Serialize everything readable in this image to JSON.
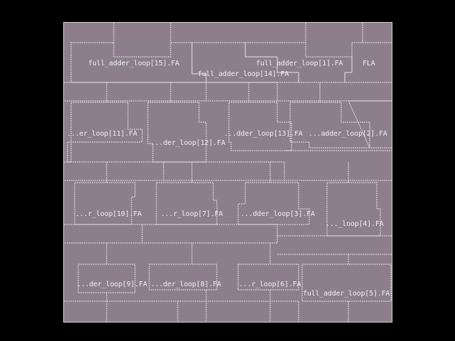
{
  "layout_view": {
    "background_color": "#000000",
    "die_fill_color": "#8c7e8a",
    "outline_color": "#ece4ec",
    "blocks": [
      {
        "id": "fa15",
        "label": "full_adder_loop[15].FA"
      },
      {
        "id": "fa14",
        "label": "full_adder_loop[14].FA"
      },
      {
        "id": "fa1",
        "label": "full_adder_loop[1].FA"
      },
      {
        "id": "fa0",
        "label": "FLA"
      },
      {
        "id": "fa11",
        "label": "...er_loop[11].FA"
      },
      {
        "id": "fa12",
        "label": "...der_loop[12].FA"
      },
      {
        "id": "fa13",
        "label": "...dder_loop[13].FA"
      },
      {
        "id": "fa2",
        "label": "...adder_loop[2].FA"
      },
      {
        "id": "fa10",
        "label": "...r_loop[10].FA"
      },
      {
        "id": "fa7",
        "label": "...r_loop[7].FA"
      },
      {
        "id": "fa3",
        "label": "...dder_loop[3].FA"
      },
      {
        "id": "fa4",
        "label": "..._loop[4].FA"
      },
      {
        "id": "fa9",
        "label": "...der_loop[9].FA"
      },
      {
        "id": "fa8",
        "label": "...der_loop[8].FA"
      },
      {
        "id": "fa6",
        "label": "...r_loop[6].FA"
      },
      {
        "id": "fa5",
        "label": "full_adder_loop[5].FA"
      }
    ]
  }
}
